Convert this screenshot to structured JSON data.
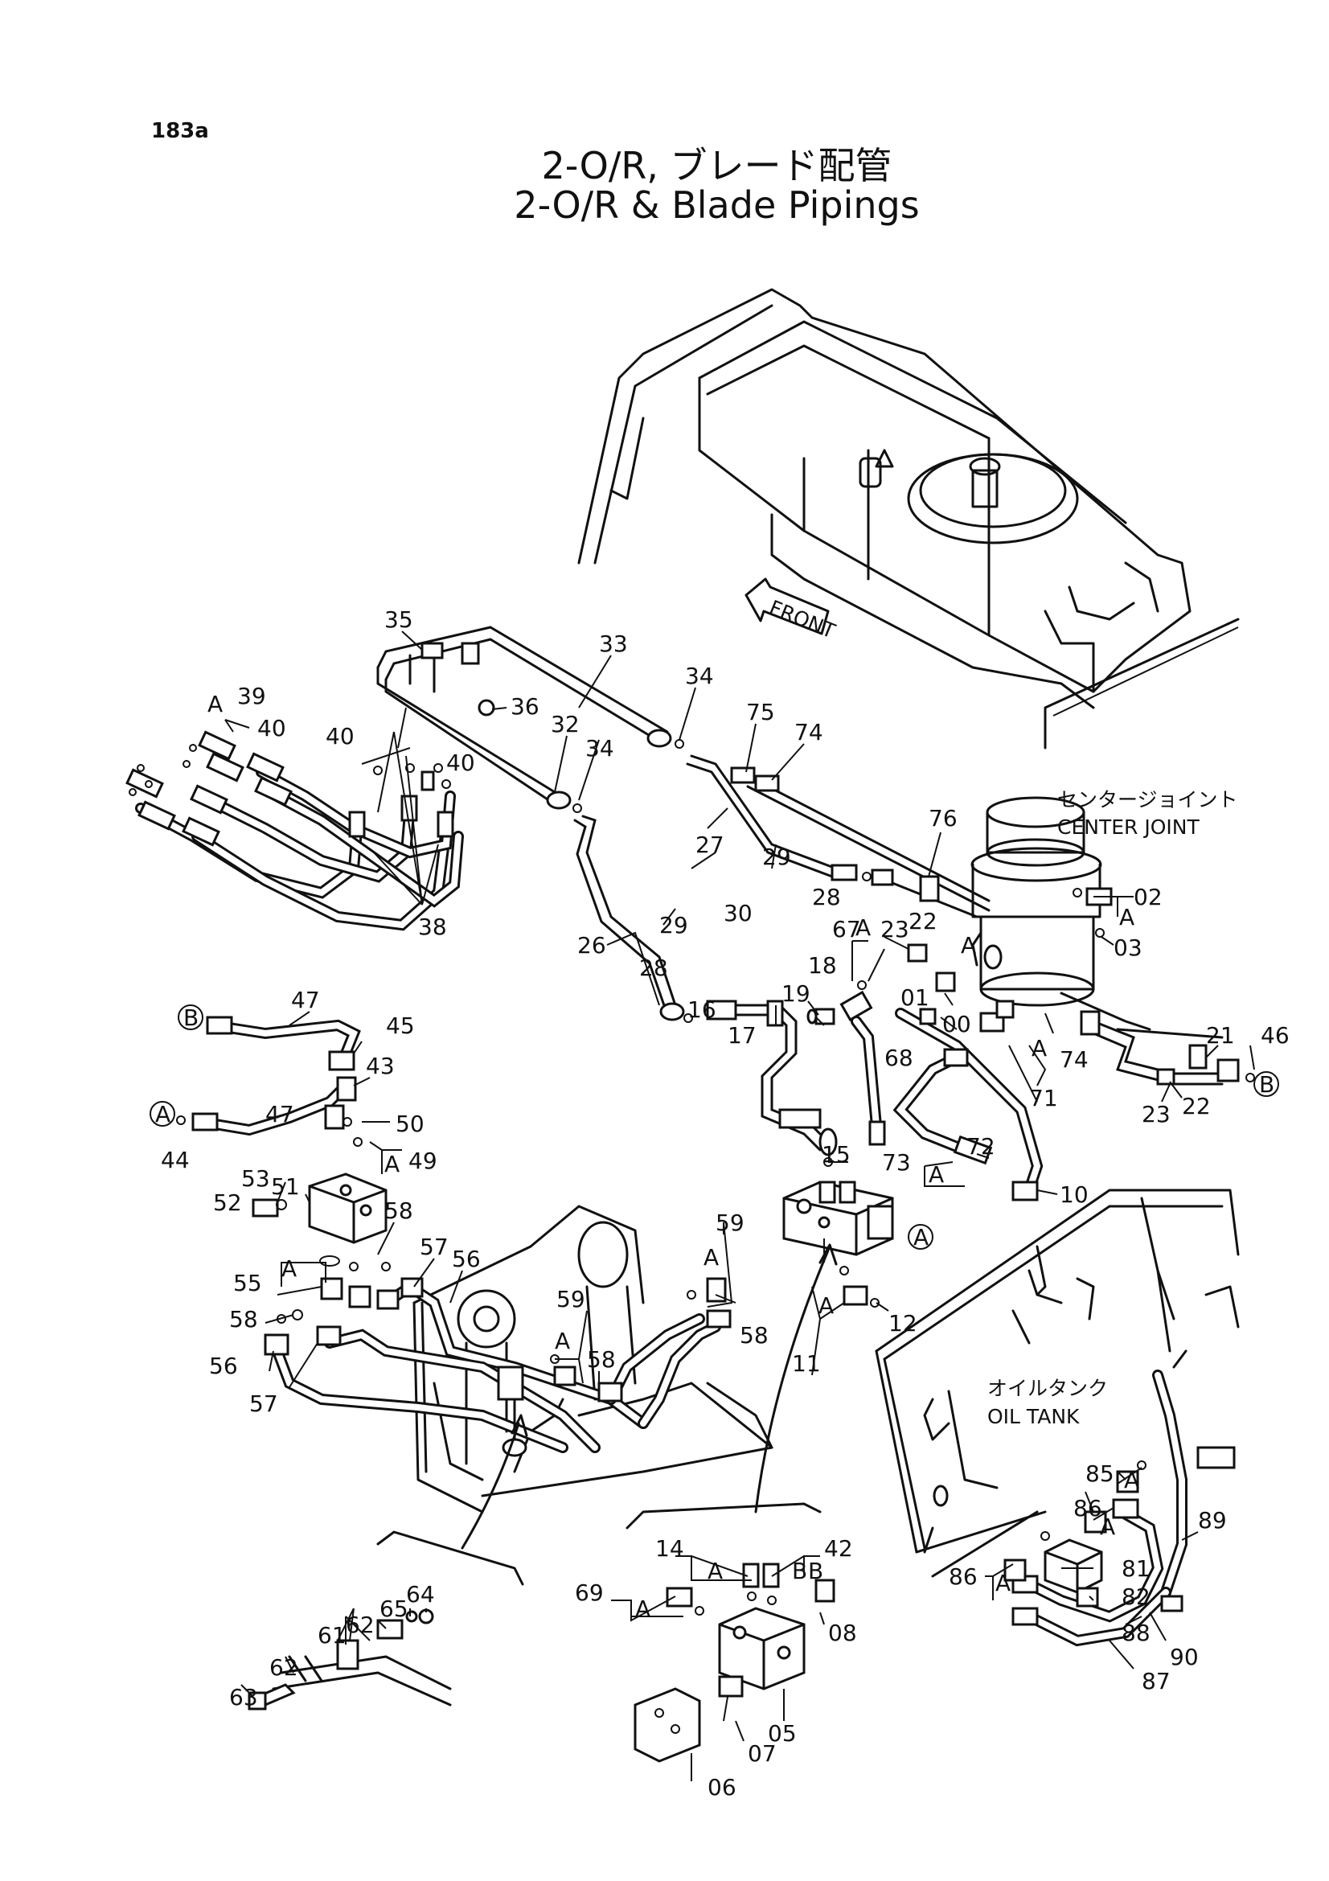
{
  "page_code": "183a",
  "title_jp": "2-O/R, ブレード配管",
  "title_en": "2-O/R & Blade Pipings",
  "callouts": {
    "front": "FRONT",
    "center_joint_jp": "センタージョイント",
    "center_joint_en": "CENTER JOINT",
    "oil_tank_jp": "オイルタンク",
    "oil_tank_en": "OIL TANK"
  },
  "part_labels": [
    "35",
    "33",
    "34",
    "75",
    "74",
    "39",
    "40",
    "40",
    "36",
    "32",
    "34",
    "40",
    "27",
    "76",
    "38",
    "26",
    "29",
    "30",
    "29",
    "28",
    "67",
    "23",
    "22",
    "02",
    "28",
    "19",
    "18",
    "01",
    "03",
    "16",
    "17",
    "00",
    "21",
    "46",
    "47",
    "45",
    "68",
    "74",
    "22",
    "71",
    "23",
    "43",
    "72",
    "47",
    "50",
    "44",
    "49",
    "73",
    "10",
    "15",
    "53",
    "51",
    "52",
    "58",
    "57",
    "56",
    "59",
    "55",
    "58",
    "12",
    "11",
    "56",
    "59",
    "58",
    "57",
    "58",
    "85",
    "86",
    "89",
    "14",
    "42",
    "81",
    "69",
    "86",
    "82",
    "08",
    "88",
    "64",
    "62",
    "65",
    "05",
    "61",
    "90",
    "62",
    "63",
    "07",
    "06",
    "87",
    "A",
    "A",
    "A",
    "A",
    "A",
    "A",
    "A",
    "A",
    "A",
    "A",
    "A",
    "A",
    "A",
    "A",
    "A",
    "A",
    "B",
    "B"
  ],
  "ref_markers": [
    "B",
    "A",
    "A",
    "B"
  ]
}
